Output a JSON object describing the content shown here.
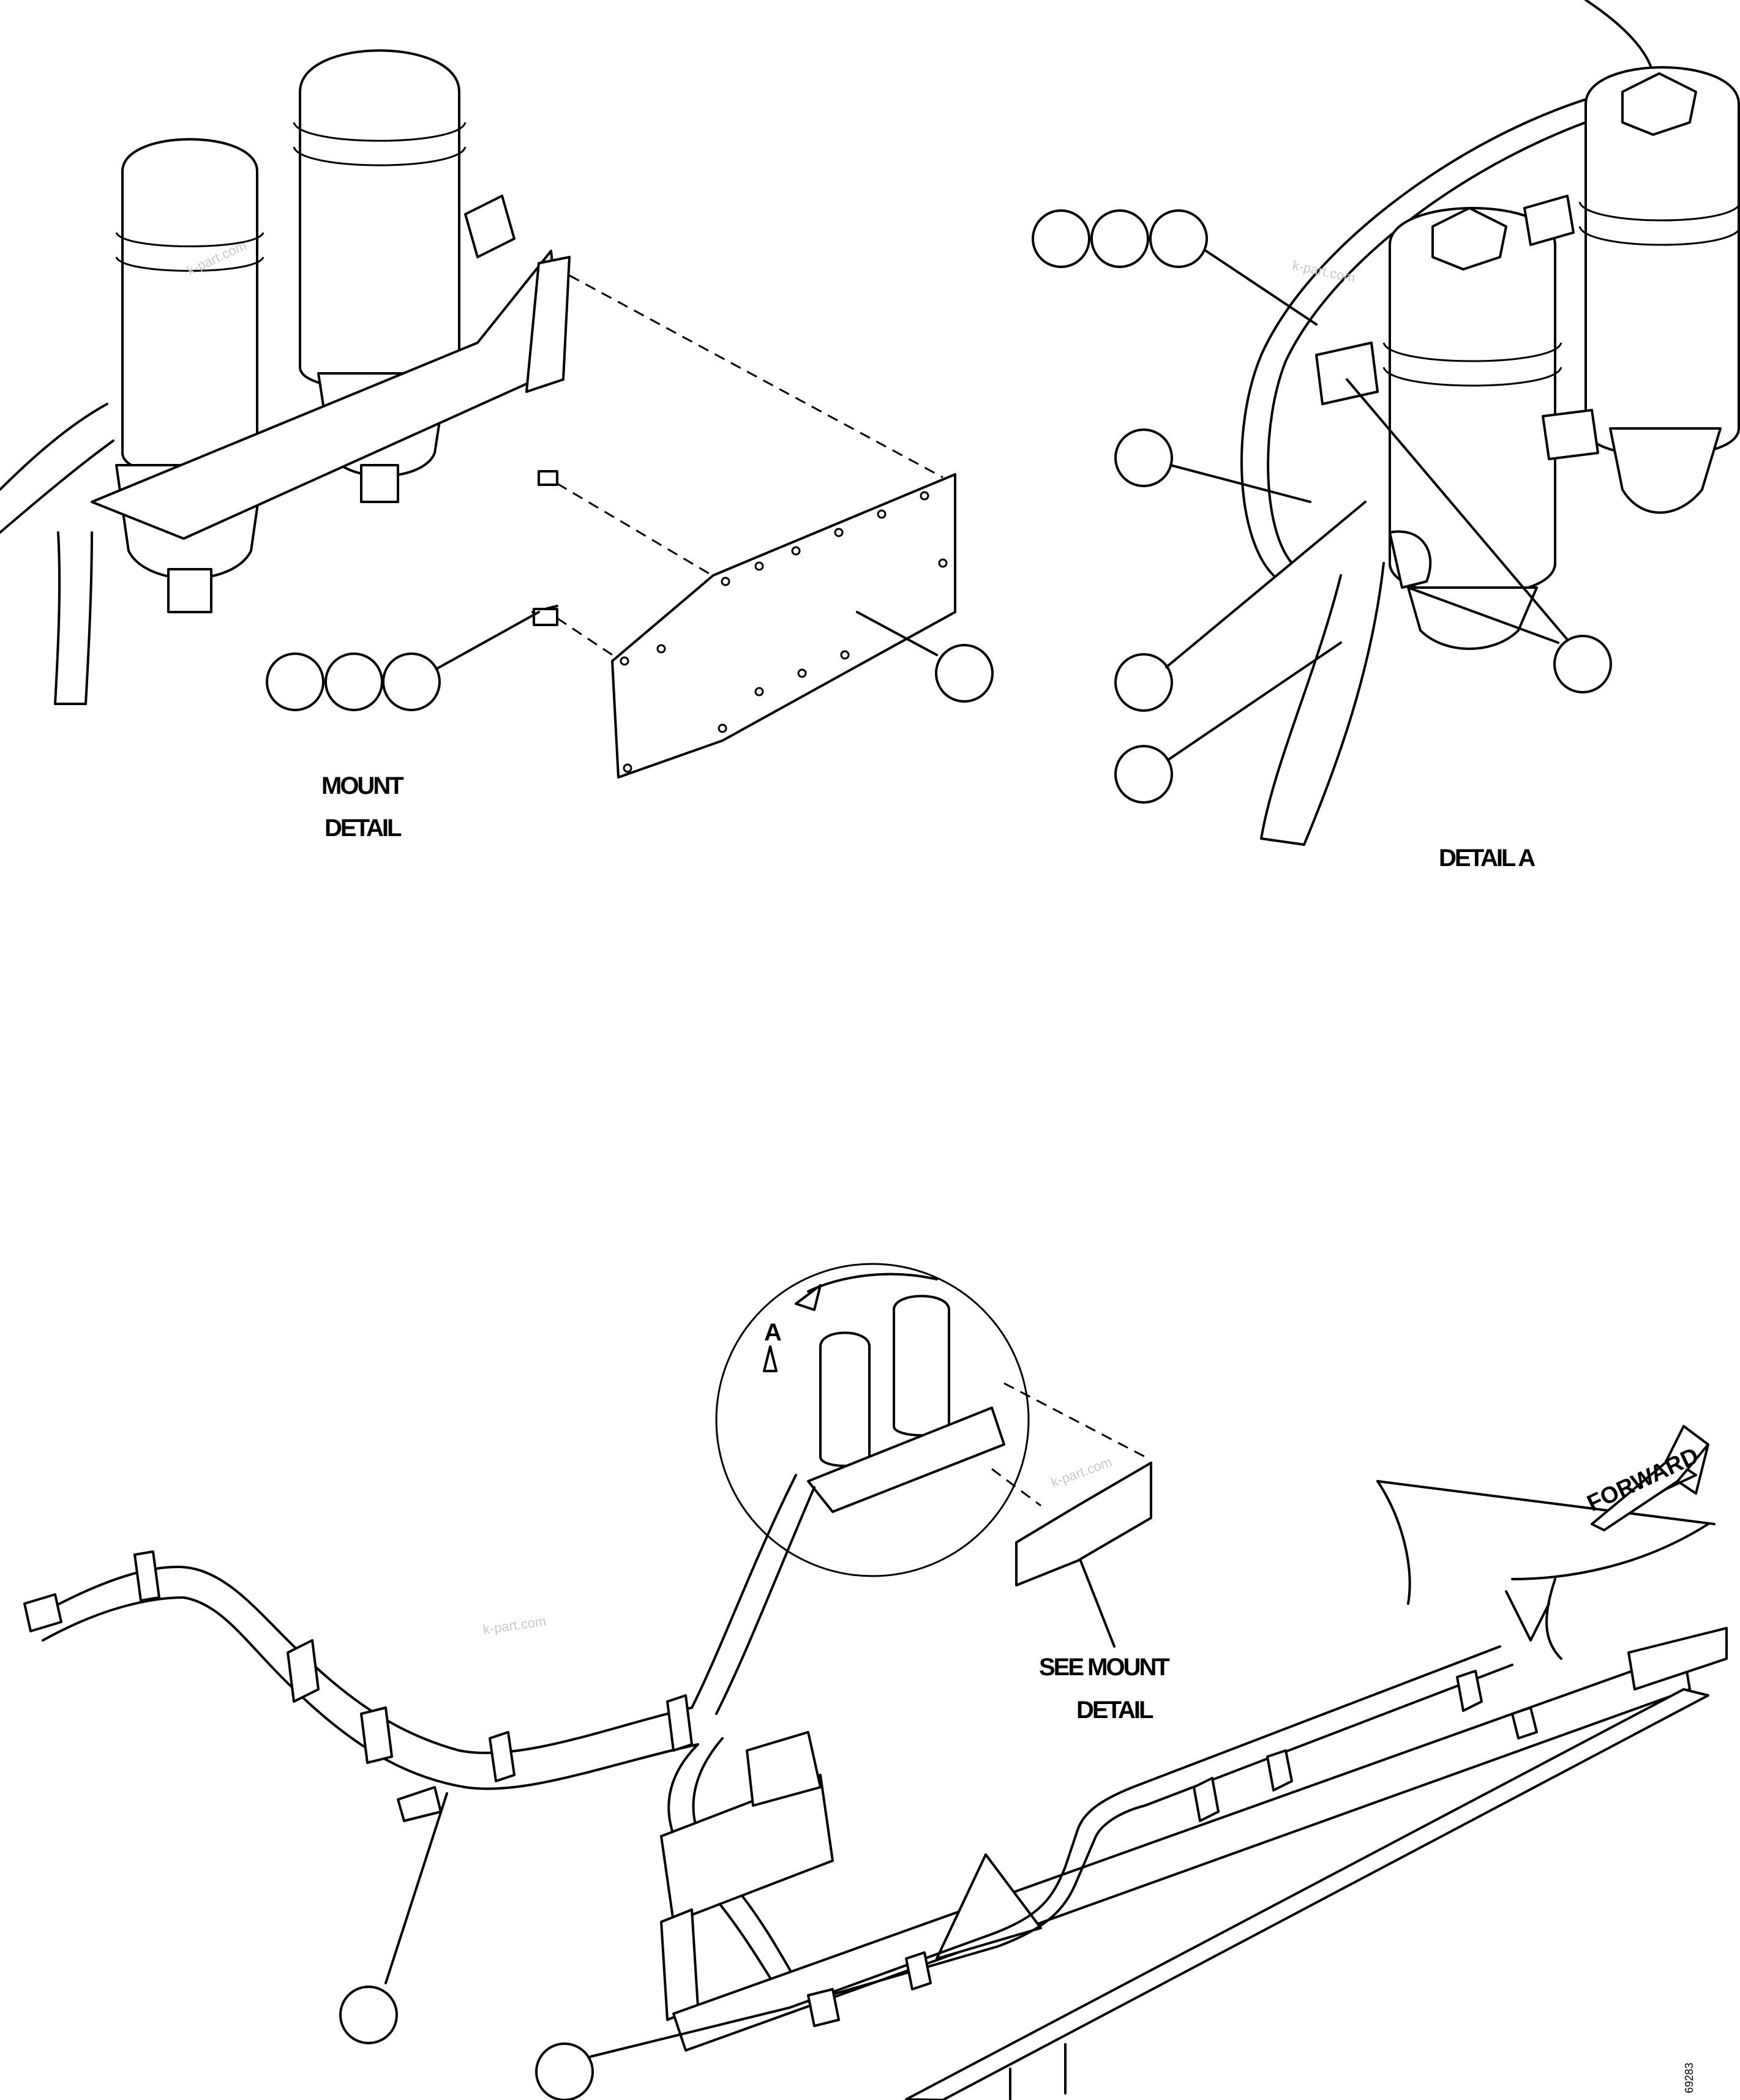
{
  "labels": {
    "mount_detail_line1": "MOUNT",
    "mount_detail_line2": "DETAIL",
    "detail_a": "DETAIL A",
    "see_mount_line1": "SEE MOUNT",
    "see_mount_line2": "DETAIL",
    "view_letter": "A",
    "forward": "FORWARD",
    "drawing_code": "69283"
  },
  "watermarks": [
    "k-part.com",
    "k-part.com",
    "k-part.com",
    "k-part.com"
  ]
}
